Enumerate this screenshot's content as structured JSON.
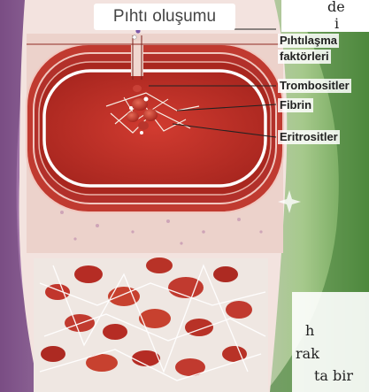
{
  "diagram": {
    "title": "Pıhtı oluşumu",
    "labels": {
      "clotting_factors_line1": "Pıhtılaşma",
      "clotting_factors_line2": "faktörleri",
      "platelets": "Trombositler",
      "fibrin": "Fibrin",
      "erythrocytes": "Eritrositler"
    }
  },
  "page_text_fragments": {
    "f1": "de",
    "f2": "i",
    "f3": "h",
    "f4": "rak",
    "f5": "ta bir"
  },
  "colors": {
    "vessel_wall": "#b8322c",
    "lumen": "#c0302a",
    "tissue": "#efd6cf",
    "frame_green": "#6fae52",
    "frame_purple": "#7c4f86"
  }
}
